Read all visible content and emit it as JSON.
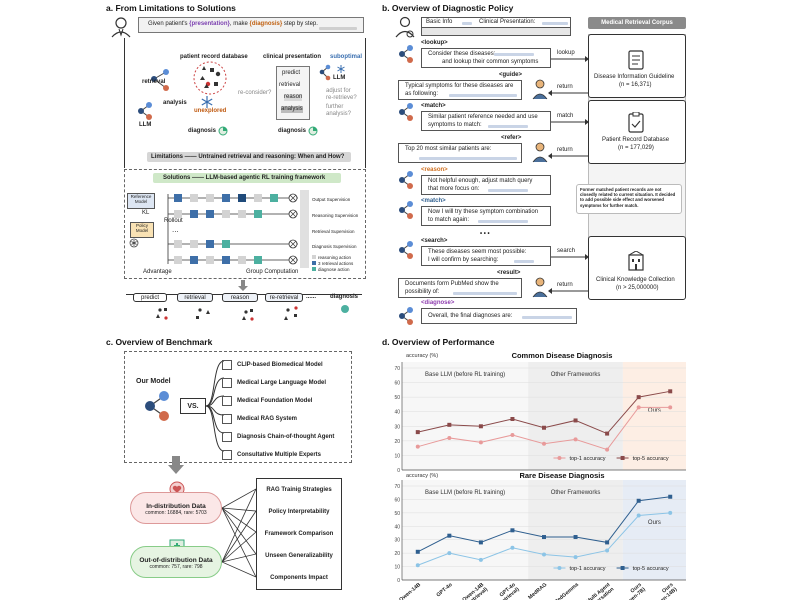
{
  "panel_a": {
    "title": "a. From Limitations to Solutions",
    "prompt_prefix": "Given patient's ",
    "prompt_presentation": "{presentation}",
    "prompt_mid": ", make ",
    "prompt_diagnosis": "{diagnosis}",
    "prompt_suffix": " step by step.",
    "patient_db": "patient record database",
    "clinical_presentation": "clinical presentation",
    "retrieval": "retrieval",
    "analysis": "analysis",
    "llm": "LLM",
    "unexplored": "unexplored",
    "diagnosis_left": "diagnosis",
    "diagnosis_right": "diagnosis",
    "stack_predict": "predict",
    "stack_retrieval": "retrieval",
    "stack_reason": "reason",
    "stack_analysis": "analysis",
    "suboptimal": "suboptimal",
    "llm_right": "LLM",
    "reconsider": "re-consider?",
    "adjust": "adjust for",
    "adjust2": "re-retrieve?",
    "further": "further",
    "further2": "analysis?",
    "limitations": "Limitations —— Untrained retrieval and reasoning: When and How?",
    "solutions": "Solutions —— LLM-based agentic RL training framework",
    "reference_model": "Reference Model",
    "kl": "KL",
    "policy_model": "Policy Model",
    "rollout": "Rollout",
    "advantage": "Advantage",
    "group_computation": "Group Computation",
    "sup_output": "Output Supervision",
    "sup_reasoning": "Reasoning Supervision",
    "sup_retrieval": "Retrieval Supervision",
    "sup_diagnosis": "Diagnosis Supervision",
    "legend_reasoning": "reasoning action",
    "legend_retrieval": "3 retrieval actions",
    "legend_diagnose": "diagnose action",
    "flow": [
      "predict",
      "retrieval",
      "reason",
      "re-retrieval",
      "diagnosis"
    ],
    "dots": "......"
  },
  "panel_b": {
    "title": "b. Overview of Diagnostic Policy",
    "basic_info": "Basic Info",
    "clinical_presentation": "Clinical Presentation:",
    "corpus": "Medical Retrieval Corpus",
    "lookup_tag": "<lookup>",
    "lookup_text1": "Consider these diseases:",
    "lookup_text2": "and lookup their common symptoms",
    "lookup_arrow": "lookup",
    "guide_tag": "<guide>",
    "guide_text1": "Typical symptoms for these diseases are",
    "guide_text2": "as following:",
    "return1": "return",
    "guideline_name": "Disease Information Guideline",
    "guideline_n": "(n = 16,371)",
    "match_tag": "<match>",
    "match_text1": "Similar patient reference needed and use",
    "match_text2": "symptoms to match:",
    "match_arrow": "match",
    "refer_tag": "<refer>",
    "refer_text": "Top 20 most similar patients are:",
    "return2": "return",
    "patient_db_name": "Patient Record Database",
    "patient_db_n": "(n = 177,029)",
    "reason_tag": "<reason>",
    "reason_text1": "Not helpful enough, adjust match query",
    "reason_text2": "that more focus on:",
    "match2_tag": "<match>",
    "match2_text1": "Now I will try these symptom combination",
    "match2_text2": "to match again:",
    "note": "Former matched patient records are not closedly related to current situation. It decided to add possible side effect and worsened symptoms for further match.",
    "dots": "• • •",
    "search_tag": "<search>",
    "search_text1": "These diseases seem most possible:",
    "search_text2": "I will confirm by searching:",
    "search_arrow": "search",
    "result_tag": "<result>",
    "result_text1": "Documents form PubMed show the",
    "result_text2": "possibility of:",
    "return3": "return",
    "knowledge_name": "Clinical Knowledge Collection",
    "knowledge_n": "(n > 25,000000)",
    "diagnose_tag": "<diagnose>",
    "diagnose_text": "Overall, the final diagnoses are:"
  },
  "panel_c": {
    "title": "c. Overview of Benchmark",
    "our_model": "Our Model",
    "vs": "VS.",
    "baselines": [
      "CLIP-based Biomedical Model",
      "Medical Large Language Model",
      "Medical Foundation Model",
      "Medical RAG System",
      "Diagnosis Chain-of-thought Agent",
      "Consultative Multiple Experts"
    ],
    "in_dist_title": "In-distribution Data",
    "in_dist_counts": "common: 16884, rare: 5703",
    "ood_title": "Out-of-distribution Data",
    "ood_counts": "common: 757, rare: 798",
    "evaluations": [
      "RAG Trainig Strategies",
      "Policy Interpretability",
      "Framework Comparison",
      "Unseen Generalizability",
      "Components Impact"
    ]
  },
  "panel_d": {
    "title": "d. Overview of Performance",
    "accent_top1_common": "#e89a9a",
    "accent_top5_common": "#8a4a4a",
    "accent_top1_rare": "#8cc4e6",
    "accent_top5_rare": "#2f5f8f",
    "region_base": "Base LLM (before RL training)",
    "region_other": "Other Frameworks",
    "region_ours": "Ours"
  },
  "chart_data": [
    {
      "type": "line",
      "title": "Common Disease Diagnosis",
      "ylabel": "accuracy (%)",
      "ylim": [
        0,
        70
      ],
      "yticks": [
        0,
        10,
        20,
        30,
        40,
        50,
        60,
        70
      ],
      "grid": true,
      "legend": "bottom-right",
      "categories": [
        "Qwen-14B",
        "GPT-4o",
        "Qwen-14B (retrieval)",
        "GPT-4o (retrieval)",
        "MedRAG",
        "MedGemma",
        "Multi Agent Conversation",
        "Ours (Qwen-7B)",
        "Ours (Qwen-14B)"
      ],
      "series": [
        {
          "name": "top-1 accuracy",
          "values": [
            16,
            22,
            19,
            24,
            18,
            21,
            14,
            43,
            43
          ]
        },
        {
          "name": "top-5 accuracy",
          "values": [
            26,
            31,
            30,
            35,
            29,
            34,
            25,
            50,
            54
          ]
        }
      ]
    },
    {
      "type": "line",
      "title": "Rare Disease Diagnosis",
      "ylabel": "accuracy (%)",
      "ylim": [
        0,
        70
      ],
      "yticks": [
        0,
        10,
        20,
        30,
        40,
        50,
        60,
        70
      ],
      "grid": true,
      "legend": "bottom-right",
      "categories": [
        "Qwen-14B",
        "GPT-4o",
        "Qwen-14B (retrieval)",
        "GPT-4o (retrieval)",
        "MedRAG",
        "MedGemma",
        "Multi Agent Conversation",
        "Ours (Qwen-7B)",
        "Ours (Qwen-14B)"
      ],
      "xtick_labels": [
        "Qwen-14B",
        "GPT-4o",
        "Qwen-14B\n(retrieval)",
        "GPT-4o\n(retrieval)",
        "MedRAG",
        "MedGemma",
        "Multi Agent\nConversation",
        "Ours\n(Qwen-7B)",
        "Ours\n(Qwen-14B)"
      ],
      "series": [
        {
          "name": "top-1 accuracy",
          "values": [
            11,
            20,
            15,
            24,
            19,
            17,
            22,
            48,
            50
          ]
        },
        {
          "name": "top-5 accuracy",
          "values": [
            21,
            33,
            28,
            37,
            32,
            32,
            28,
            59,
            62
          ]
        }
      ]
    }
  ]
}
